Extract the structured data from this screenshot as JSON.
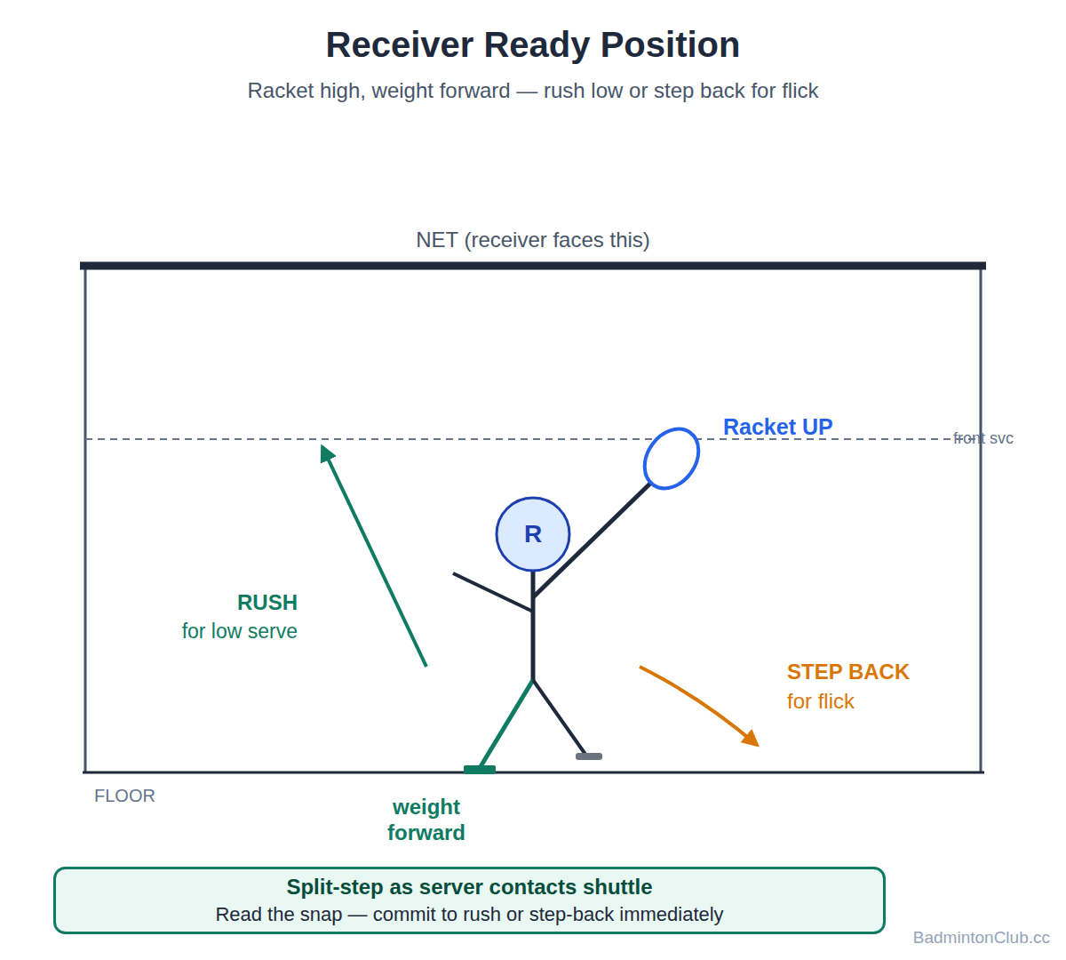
{
  "diagram": {
    "title": "Receiver Ready Position",
    "nodes": [
      {
        "text": [
          "R"
        ]
      },
      {
        "text": [
          "Split-step as server contacts shuttle",
          "Read the snap — commit to rush or step-back immediately"
        ]
      }
    ],
    "labels": [
      "Racket high, weight forward — rush low or step back for flick",
      "NET (receiver faces this)",
      "Racket UP",
      "front svc",
      "RUSH",
      "for low serve",
      "STEP BACK",
      "for flick",
      "FLOOR",
      "weight forward",
      "BadmintonClub.cc"
    ]
  }
}
